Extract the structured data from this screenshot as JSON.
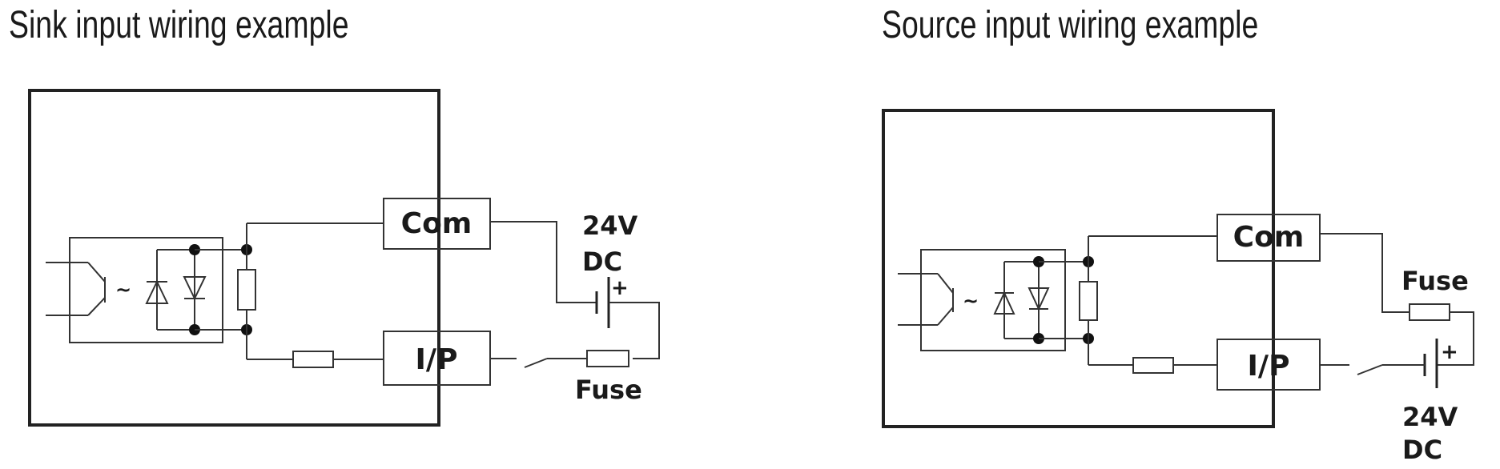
{
  "sink": {
    "title": "Sink input wiring example",
    "com_label": "Com",
    "ip_label": "I/P",
    "voltage_line1": "24V",
    "voltage_line2": "DC",
    "polarity": "+",
    "fuse_label": "Fuse",
    "tilde": "~"
  },
  "source": {
    "title": "Source input wiring example",
    "com_label": "Com",
    "ip_label": "I/P",
    "voltage_line1": "24V",
    "voltage_line2": "DC",
    "polarity": "+",
    "fuse_label": "Fuse",
    "tilde": "~"
  }
}
